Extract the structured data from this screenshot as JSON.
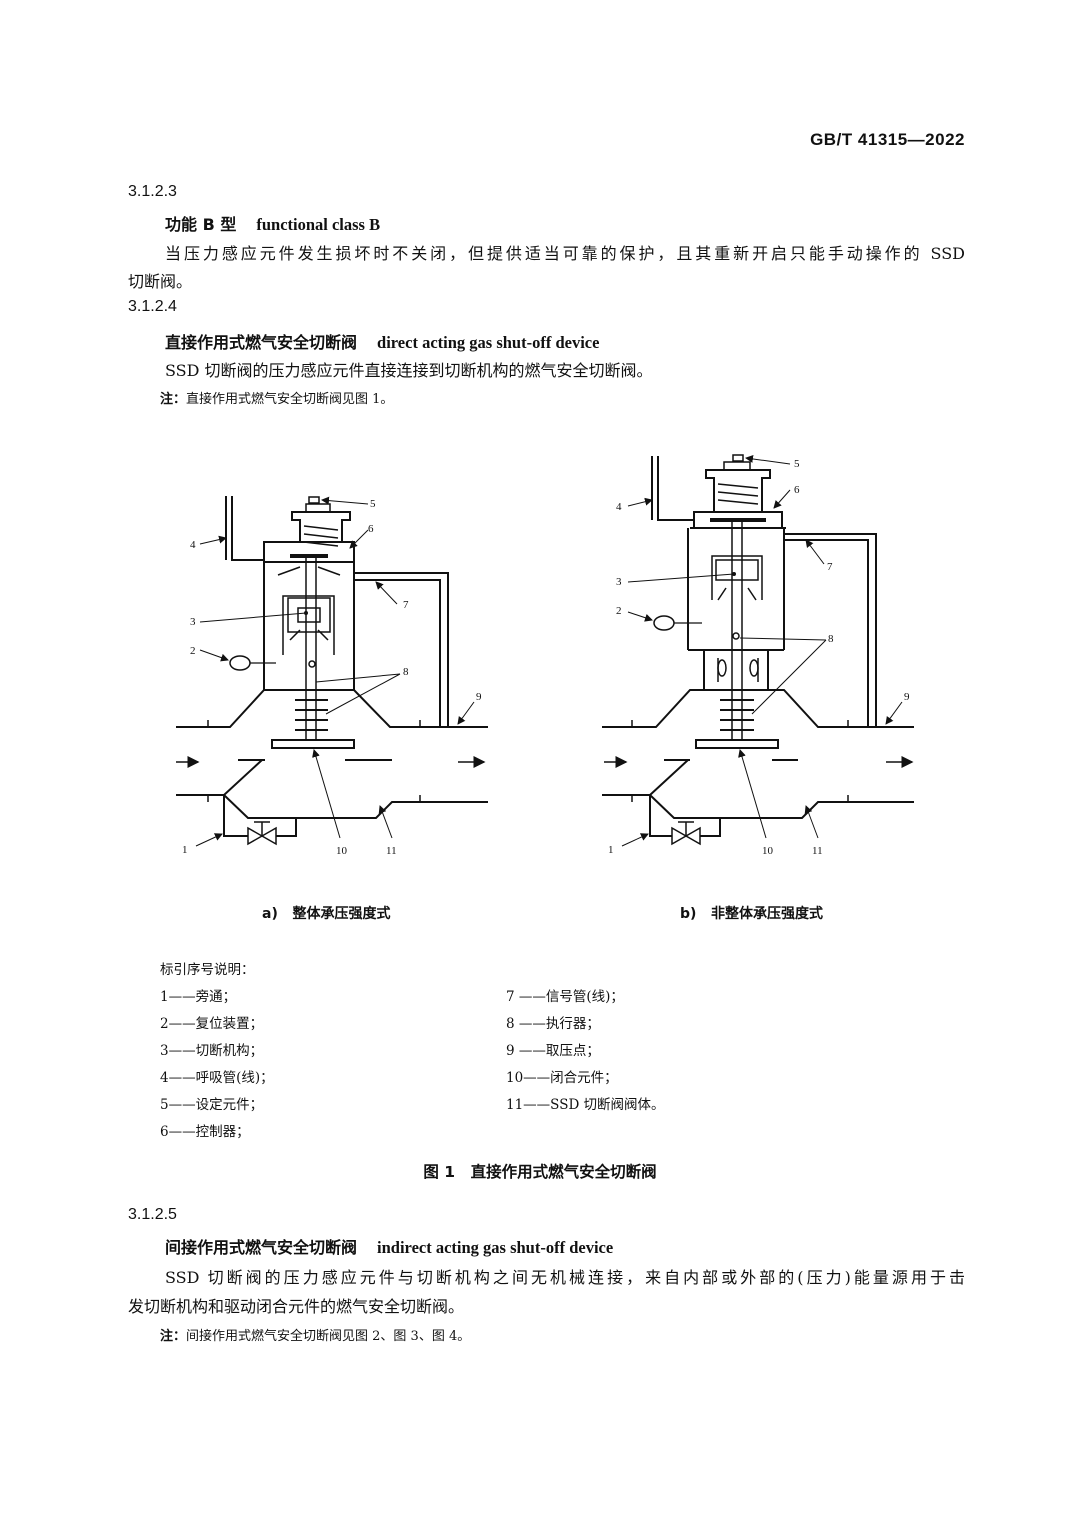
{
  "header": {
    "doc_id": "GB/T 41315—2022"
  },
  "s3123": {
    "number": "3.1.2.3",
    "term_zh": "功能 B 型",
    "term_en": "functional class B",
    "def_line1": "当压力感应元件发生损坏时不关闭，但提供适当可靠的保护，且其重新开启只能手动操作的 SSD",
    "def_line2": "切断阀。"
  },
  "s3124": {
    "number": "3.1.2.4",
    "term_zh": "直接作用式燃气安全切断阀",
    "term_en": "direct acting gas shut-off device",
    "def": "SSD 切断阀的压力感应元件直接连接到切断机构的燃气安全切断阀。",
    "note_label": "注：",
    "note_text": "直接作用式燃气安全切断阀见图 1。"
  },
  "figure": {
    "callouts": [
      "1",
      "2",
      "3",
      "4",
      "5",
      "6",
      "7",
      "8",
      "9",
      "10",
      "11"
    ],
    "sub_a_letter": "a)",
    "sub_a": "整体承压强度式",
    "sub_b_letter": "b)",
    "sub_b": "非整体承压强度式",
    "legend_title": "标引序号说明：",
    "legend_left": [
      "1——旁通；",
      "2——复位装置；",
      "3——切断机构；",
      "4——呼吸管(线)；",
      "5——设定元件；",
      "6——控制器；"
    ],
    "legend_right": [
      "7 ——信号管(线)；",
      "8 ——执行器；",
      "9 ——取压点；",
      "10——闭合元件；",
      "11——SSD 切断阀阀体。"
    ],
    "caption": "图 1　直接作用式燃气安全切断阀"
  },
  "s3125": {
    "number": "3.1.2.5",
    "term_zh": "间接作用式燃气安全切断阀",
    "term_en": "indirect acting gas shut-off device",
    "def_line1": "SSD 切断阀的压力感应元件与切断机构之间无机械连接，来自内部或外部的(压力)能量源用于击",
    "def_line2": "发切断机构和驱动闭合元件的燃气安全切断阀。",
    "note_label": "注：",
    "note_text": "间接作用式燃气安全切断阀见图 2、图 3、图 4。"
  }
}
